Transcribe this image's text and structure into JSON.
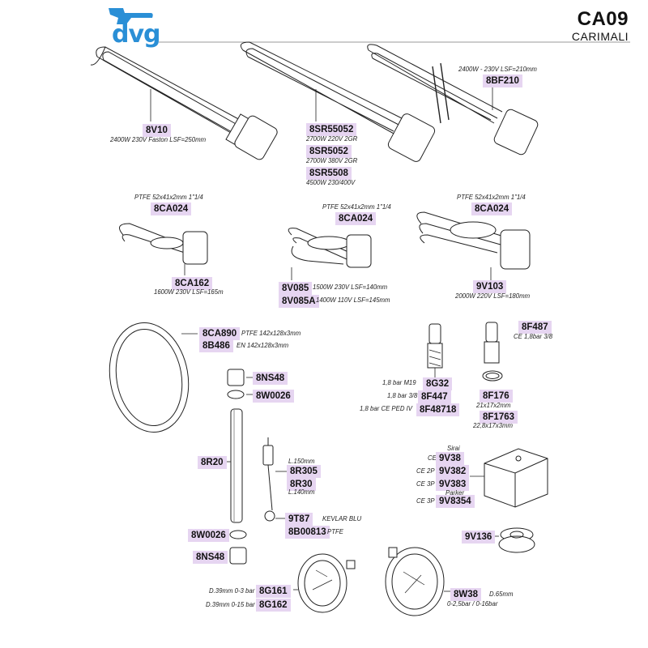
{
  "header": {
    "brand_logo": "dvg",
    "model": "CA09",
    "manufacturer": "CARIMALI"
  },
  "parts": [
    {
      "code": "8V10",
      "note": "2400W 230V Faston LSF=250mm"
    },
    {
      "code": "8SR55052",
      "note": "2700W 220V 2GR"
    },
    {
      "code": "8SR5052",
      "note": "2700W 380V 2GR"
    },
    {
      "code": "8SR5508",
      "note": "4500W 230/400V"
    },
    {
      "code": "8BF210",
      "note": "2400W - 230V LSF=210mm"
    },
    {
      "code": "8CA024",
      "note": "PTFE 52x41x2mm 1\"1/4"
    },
    {
      "code": "8CA024",
      "note": "PTFE 52x41x2mm 1\"1/4"
    },
    {
      "code": "8CA024",
      "note": "PTFE 52x41x2mm 1\"1/4"
    },
    {
      "code": "8CA162",
      "note": "1600W 230V LSF=165m"
    },
    {
      "code": "8V085",
      "note": "1500W 230V LSF=140mm"
    },
    {
      "code": "8V085A",
      "note": "1400W 110V LSF=145mm"
    },
    {
      "code": "9V103",
      "note": "2000W 220V LSF=180mm"
    },
    {
      "code": "8CA890",
      "note": "PTFE 142x128x3mm"
    },
    {
      "code": "8B486",
      "note": "EN 142x128x3mm"
    },
    {
      "code": "8NS48",
      "note": ""
    },
    {
      "code": "8W0026",
      "note": ""
    },
    {
      "code": "8R20",
      "note": ""
    },
    {
      "code": "8R305",
      "note": "L.150mm"
    },
    {
      "code": "8R30",
      "note": "L.140mm"
    },
    {
      "code": "9T87",
      "note": "KEVLAR BLU"
    },
    {
      "code": "8B00813",
      "note": "PTFE"
    },
    {
      "code": "8W0026",
      "note": ""
    },
    {
      "code": "8NS48",
      "note": ""
    },
    {
      "code": "8G32",
      "note": "1,8 bar M19"
    },
    {
      "code": "8F447",
      "note": "1,8 bar 3/8"
    },
    {
      "code": "8F48718",
      "note": "1,8 bar CE PED IV"
    },
    {
      "code": "8F487",
      "note": "CE 1,8bar 3/8"
    },
    {
      "code": "8F176",
      "note": "21x17x2mm"
    },
    {
      "code": "8F1763",
      "note": "22,8x17x3mm"
    },
    {
      "code": "9V38",
      "note": "CE"
    },
    {
      "code": "9V382",
      "note": "CE 2P"
    },
    {
      "code": "9V383",
      "note": "CE 3P"
    },
    {
      "code": "9V8354",
      "note": "CE 3P"
    },
    {
      "code": "9V136",
      "note": ""
    },
    {
      "code": "8G161",
      "note": "D.39mm 0-3 bar"
    },
    {
      "code": "8G162",
      "note": "D.39mm 0-15 bar"
    },
    {
      "code": "8W38",
      "note": "D.65mm"
    }
  ],
  "labels": {
    "sirai": "Sirai",
    "parker": "Parker",
    "manometer_range": "0-2,5bar / 0-16bar"
  }
}
